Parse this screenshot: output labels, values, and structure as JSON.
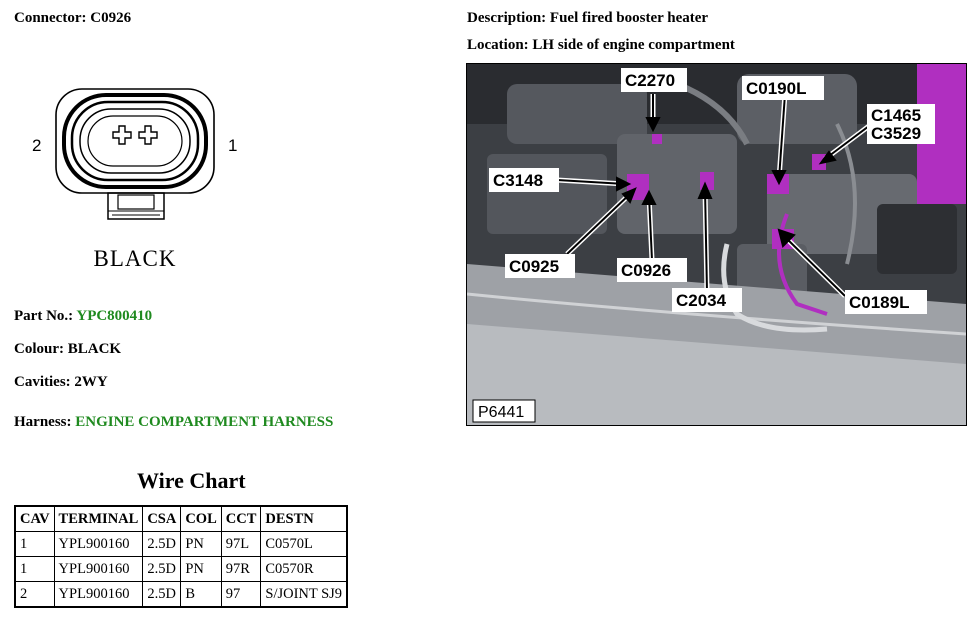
{
  "connector": {
    "label": "Connector:",
    "value": "C0926"
  },
  "description": {
    "label": "Description:",
    "value": "Fuel fired booster heater"
  },
  "location": {
    "label": "Location:",
    "value": "LH side of engine compartment"
  },
  "diagram": {
    "pin_left": "2",
    "pin_right": "1",
    "color_text": "BLACK"
  },
  "part_no": {
    "label": "Part No.:",
    "value": "YPC800410"
  },
  "colour": {
    "label": "Colour:",
    "value": "BLACK"
  },
  "cavities": {
    "label": "Cavities:",
    "value": "2WY"
  },
  "harness": {
    "label": "Harness:",
    "value": "ENGINE COMPARTMENT HARNESS"
  },
  "photo": {
    "ref": "P6441",
    "callouts": [
      "C2270",
      "C0190L",
      "C1465",
      "C3529",
      "C3148",
      "C0925",
      "C0926",
      "C2034",
      "C0189L"
    ]
  },
  "wire_chart": {
    "title": "Wire Chart",
    "headers": [
      "CAV",
      "TERMINAL",
      "CSA",
      "COL",
      "CCT",
      "DESTN"
    ],
    "rows": [
      [
        "1",
        "YPL900160",
        "2.5D",
        "PN",
        "97L",
        "C0570L"
      ],
      [
        "1",
        "YPL900160",
        "2.5D",
        "PN",
        "97R",
        "C0570R"
      ],
      [
        "2",
        "YPL900160",
        "2.5D",
        "B",
        "97",
        "S/JOINT SJ9"
      ]
    ]
  },
  "colors": {
    "green_text": "#1f8a1f",
    "highlight": "#b02fc0"
  }
}
